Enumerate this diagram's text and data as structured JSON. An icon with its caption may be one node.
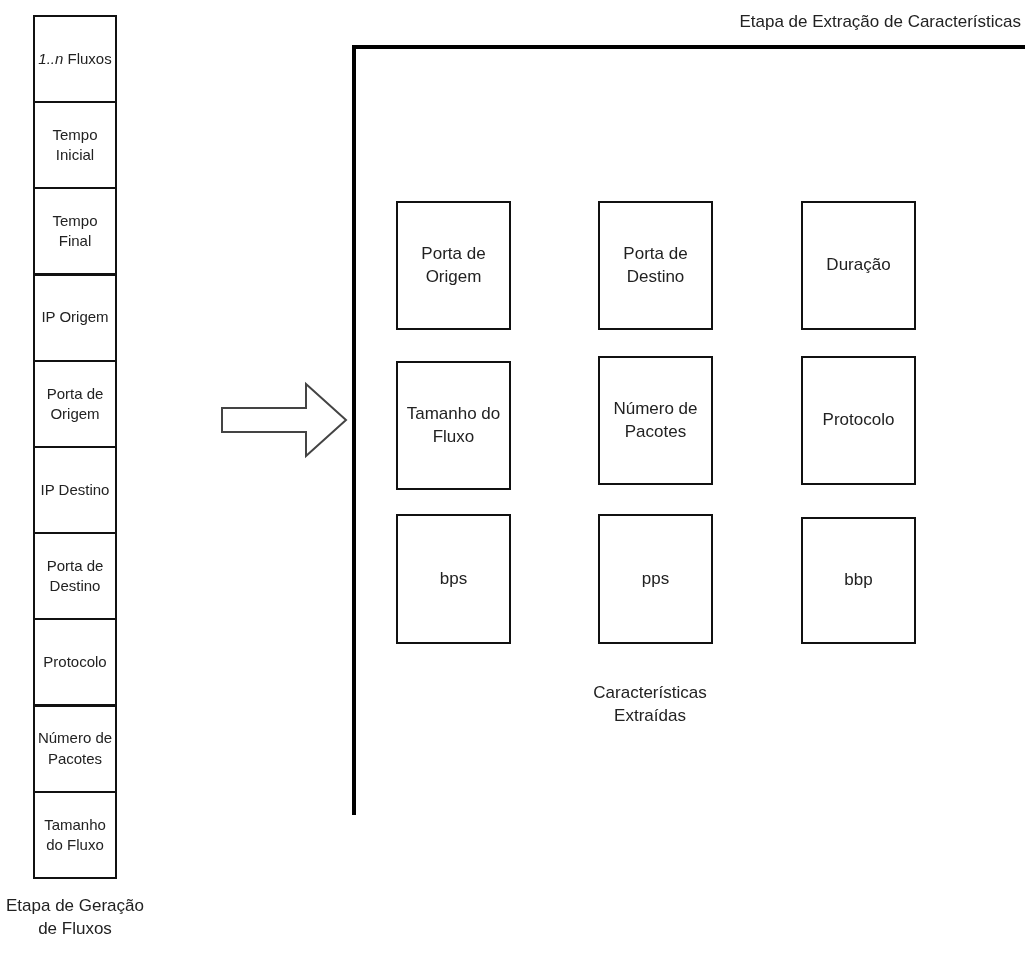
{
  "diagram": {
    "nodes": [
      {
        "text": [
          "Etapa de Geração de Fluxos"
        ]
      },
      {
        "text": [
          "*1..n* Fluxos"
        ],
        "in": 0
      },
      {
        "text": [
          "Tempo Inicial"
        ],
        "in": 0
      },
      {
        "text": [
          "Tempo Final"
        ],
        "in": 0
      },
      {
        "text": [
          "IP Origem"
        ],
        "in": 0
      },
      {
        "text": [
          "Porta de Origem"
        ],
        "in": 0
      },
      {
        "text": [
          "IP Destino"
        ],
        "in": 0
      },
      {
        "text": [
          "Porta de Destino"
        ],
        "in": 0
      },
      {
        "text": [
          "Protocolo"
        ],
        "in": 0
      },
      {
        "text": [
          "Número de Pacotes"
        ],
        "in": 0
      },
      {
        "text": [
          "Tamanho do Fluxo"
        ],
        "in": 0
      },
      {
        "text": [
          "Etapa de Extração de Características"
        ]
      },
      {
        "text": [
          "Porta de Origem"
        ],
        "in": 11
      },
      {
        "text": [
          "Porta de Destino"
        ],
        "in": 11
      },
      {
        "text": [
          "Duração"
        ],
        "in": 11
      },
      {
        "text": [
          "Tamanho do Fluxo"
        ],
        "in": 11
      },
      {
        "text": [
          "Número de Pacotes"
        ],
        "in": 11
      },
      {
        "text": [
          "Protocolo"
        ],
        "in": 11
      },
      {
        "text": [
          "bps"
        ],
        "in": 11
      },
      {
        "text": [
          "pps"
        ],
        "in": 11
      },
      {
        "text": [
          "bbp"
        ],
        "in": 11
      }
    ],
    "edges": [
      {
        "from": 0,
        "to": 11,
        "arrow": "to",
        "style": "thick"
      }
    ],
    "labels": [
      "Características Extraídas"
    ]
  }
}
